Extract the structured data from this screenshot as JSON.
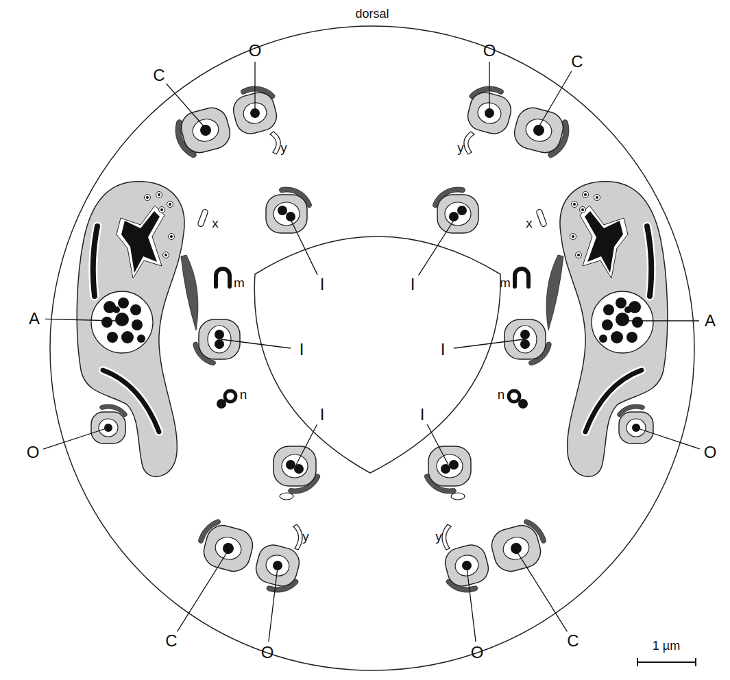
{
  "diagram": {
    "labels": [
      "dorsal",
      "O",
      "C",
      "O",
      "C",
      "y",
      "y",
      "I",
      "I",
      "x",
      "x",
      "m",
      "m",
      "A",
      "A",
      "I",
      "I",
      "n",
      "n",
      "O",
      "O",
      "I",
      "I",
      "y",
      "y",
      "C",
      "O",
      "O",
      "C",
      "1 µm"
    ]
  }
}
